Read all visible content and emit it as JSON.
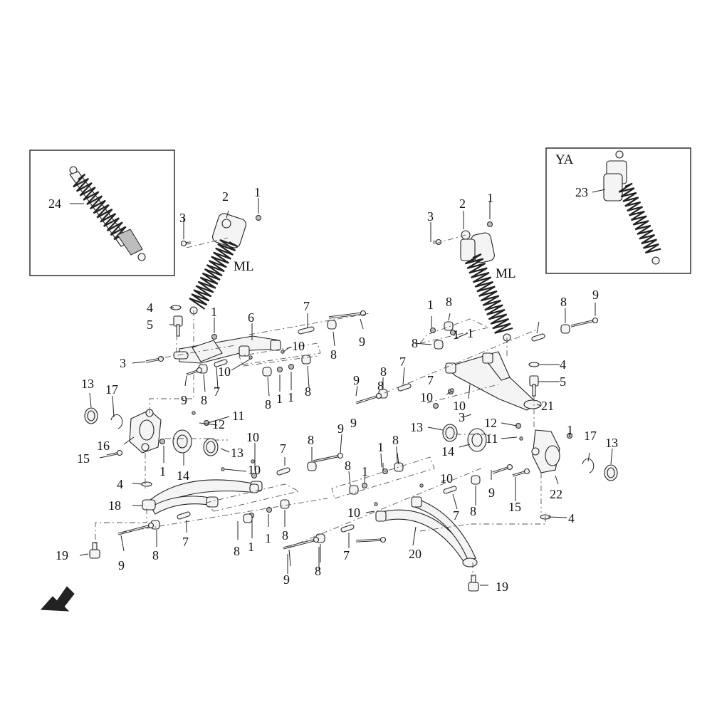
{
  "diagram": {
    "part_labels": [
      {
        "id": "l1a",
        "text": "1"
      },
      {
        "id": "l2a",
        "text": "2"
      },
      {
        "id": "l3a",
        "text": "3"
      },
      {
        "id": "l1b",
        "text": "1"
      },
      {
        "id": "l2b",
        "text": "2"
      },
      {
        "id": "l3b",
        "text": "3"
      },
      {
        "id": "l4a",
        "text": "4"
      },
      {
        "id": "l5a",
        "text": "5"
      },
      {
        "id": "l1c",
        "text": "1"
      },
      {
        "id": "l6",
        "text": "6"
      },
      {
        "id": "l7a",
        "text": "7"
      },
      {
        "id": "l9a",
        "text": "9"
      },
      {
        "id": "l8a",
        "text": "8"
      },
      {
        "id": "l10a",
        "text": "10"
      },
      {
        "id": "l3c",
        "text": "3"
      },
      {
        "id": "l10b",
        "text": "10"
      },
      {
        "id": "l9b",
        "text": "9"
      },
      {
        "id": "l8b",
        "text": "8"
      },
      {
        "id": "l7b",
        "text": "7"
      },
      {
        "id": "l8c",
        "text": "8"
      },
      {
        "id": "l1d",
        "text": "1"
      },
      {
        "id": "l1e",
        "text": "1"
      },
      {
        "id": "l8d",
        "text": "8"
      },
      {
        "id": "l13a",
        "text": "13"
      },
      {
        "id": "l17a",
        "text": "17"
      },
      {
        "id": "l11a",
        "text": "11"
      },
      {
        "id": "l12a",
        "text": "12"
      },
      {
        "id": "l16",
        "text": "16"
      },
      {
        "id": "l15a",
        "text": "15"
      },
      {
        "id": "l1f",
        "text": "1"
      },
      {
        "id": "l14a",
        "text": "14"
      },
      {
        "id": "l13b",
        "text": "13"
      },
      {
        "id": "l10c",
        "text": "10"
      },
      {
        "id": "l9c",
        "text": "9"
      },
      {
        "id": "l7c",
        "text": "7"
      },
      {
        "id": "l8e",
        "text": "8"
      },
      {
        "id": "l10d",
        "text": "10"
      },
      {
        "id": "l4b",
        "text": "4"
      },
      {
        "id": "l18",
        "text": "18"
      },
      {
        "id": "l9d",
        "text": "9"
      },
      {
        "id": "l8f",
        "text": "8"
      },
      {
        "id": "l7d",
        "text": "7"
      },
      {
        "id": "l8g",
        "text": "8"
      },
      {
        "id": "l1g",
        "text": "1"
      },
      {
        "id": "l1h",
        "text": "1"
      },
      {
        "id": "l8h",
        "text": "8"
      },
      {
        "id": "l19a",
        "text": "19"
      },
      {
        "id": "l1i",
        "text": "1"
      },
      {
        "id": "l8i",
        "text": "8"
      },
      {
        "id": "l9e",
        "text": "9"
      },
      {
        "id": "l7e",
        "text": "7"
      },
      {
        "id": "l8j",
        "text": "8"
      },
      {
        "id": "l9f",
        "text": "9"
      },
      {
        "id": "l1j",
        "text": "1"
      },
      {
        "id": "l8k",
        "text": "8"
      },
      {
        "id": "l8l",
        "text": "8"
      },
      {
        "id": "l1k",
        "text": "1"
      },
      {
        "id": "l7f",
        "text": "7"
      },
      {
        "id": "l9g",
        "text": "9"
      },
      {
        "id": "l8m",
        "text": "8"
      },
      {
        "id": "l4c",
        "text": "4"
      },
      {
        "id": "l5b",
        "text": "5"
      },
      {
        "id": "l10e",
        "text": "10"
      },
      {
        "id": "l10f",
        "text": "10"
      },
      {
        "id": "l21",
        "text": "21"
      },
      {
        "id": "l3d",
        "text": "3"
      },
      {
        "id": "l12b",
        "text": "12"
      },
      {
        "id": "l13c",
        "text": "13"
      },
      {
        "id": "l11b",
        "text": "11"
      },
      {
        "id": "l14b",
        "text": "14"
      },
      {
        "id": "l1l",
        "text": "1"
      },
      {
        "id": "l17b",
        "text": "17"
      },
      {
        "id": "l13d",
        "text": "13"
      },
      {
        "id": "l1m",
        "text": "1"
      },
      {
        "id": "l8n",
        "text": "8"
      },
      {
        "id": "l8o",
        "text": "8"
      },
      {
        "id": "l1n",
        "text": "1"
      },
      {
        "id": "l10g",
        "text": "10"
      },
      {
        "id": "l9h",
        "text": "9"
      },
      {
        "id": "l8p",
        "text": "8"
      },
      {
        "id": "l7g",
        "text": "7"
      },
      {
        "id": "l15b",
        "text": "15"
      },
      {
        "id": "l22",
        "text": "22"
      },
      {
        "id": "l10h",
        "text": "10"
      },
      {
        "id": "l4d",
        "text": "4"
      },
      {
        "id": "l20",
        "text": "20"
      },
      {
        "id": "l9i",
        "text": "9"
      },
      {
        "id": "l8q",
        "text": "8"
      },
      {
        "id": "l7h",
        "text": "7"
      },
      {
        "id": "l19b",
        "text": "19"
      },
      {
        "id": "l24",
        "text": "24"
      },
      {
        "id": "l23",
        "text": "23"
      }
    ],
    "variant_labels": {
      "ml_left": "ML",
      "ml_right": "ML",
      "inset_ya": "YA"
    },
    "icons": {
      "direction_arrow": "front-direction-arrow-icon"
    }
  }
}
